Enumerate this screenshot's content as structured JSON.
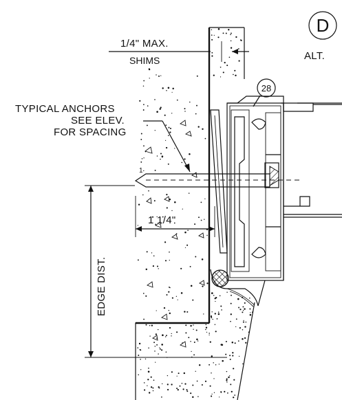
{
  "detail": {
    "letter": "D",
    "suffix": "ALT."
  },
  "callout": {
    "number": "28"
  },
  "labels": {
    "shim_max": "1/4\" MAX.",
    "shims": "SHIMS",
    "anchors_line1": "TYPICAL ANCHORS",
    "anchors_line2": "SEE ELEV.",
    "anchors_line3": "FOR SPACING",
    "embed_depth": "1 1/4\"",
    "edge_dist": "EDGE DIST.",
    "anchor_tip_mark": "1"
  },
  "colors": {
    "line": "#111111",
    "background": "#ffffff"
  }
}
